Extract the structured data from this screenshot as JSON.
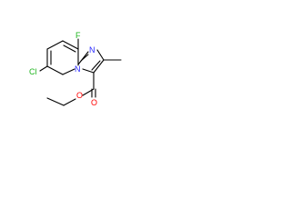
{
  "molecule": {
    "atoms": {
      "fluorine": "F",
      "chlorine": "Cl",
      "imidazole_nitrogen": "N",
      "bridgehead_nitrogen": "N",
      "carbonyl_oxygen": "O",
      "ester_oxygen": "O"
    },
    "colors": {
      "bond": "#000000",
      "halogen": "#1fb51f",
      "nitrogen": "#2a2aff",
      "oxygen": "#ff0000"
    }
  }
}
